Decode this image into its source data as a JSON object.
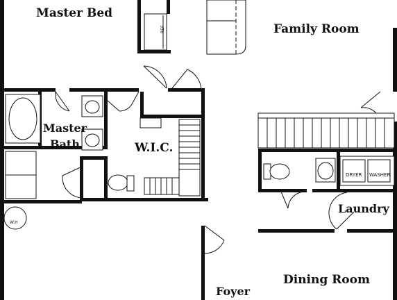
{
  "rooms": {
    "master_bed": "Master Bed",
    "family_room": "Family Room",
    "master_bath_line1": "Master",
    "master_bath_line2": "Bath",
    "wic": "W.I.C.",
    "laundry": "Laundry",
    "dining_room": "Dining Room",
    "foyer": "Foyer"
  },
  "fixtures": {
    "ref": "REF",
    "dryer": "DRYER",
    "washer": "WASHER",
    "water_heater": "W.H"
  },
  "colors": {
    "wall": "#111111",
    "background": "#ffffff"
  }
}
